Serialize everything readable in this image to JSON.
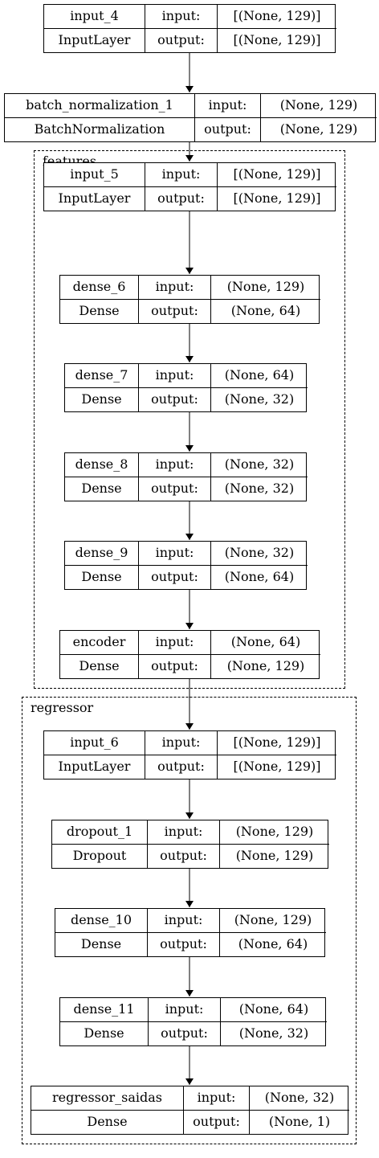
{
  "clusters": [
    {
      "id": "features",
      "label": "features"
    },
    {
      "id": "regressor",
      "label": "regressor"
    }
  ],
  "nodes": [
    {
      "name": "input_4",
      "type": "InputLayer",
      "input_label": "input:",
      "input_shape": "[(None, 129)]",
      "output_label": "output:",
      "output_shape": "[(None, 129)]"
    },
    {
      "name": "batch_normalization_1",
      "type": "BatchNormalization",
      "input_label": "input:",
      "input_shape": "(None, 129)",
      "output_label": "output:",
      "output_shape": "(None, 129)"
    },
    {
      "name": "input_5",
      "type": "InputLayer",
      "input_label": "input:",
      "input_shape": "[(None, 129)]",
      "output_label": "output:",
      "output_shape": "[(None, 129)]"
    },
    {
      "name": "dense_6",
      "type": "Dense",
      "input_label": "input:",
      "input_shape": "(None, 129)",
      "output_label": "output:",
      "output_shape": "(None, 64)"
    },
    {
      "name": "dense_7",
      "type": "Dense",
      "input_label": "input:",
      "input_shape": "(None, 64)",
      "output_label": "output:",
      "output_shape": "(None, 32)"
    },
    {
      "name": "dense_8",
      "type": "Dense",
      "input_label": "input:",
      "input_shape": "(None, 32)",
      "output_label": "output:",
      "output_shape": "(None, 32)"
    },
    {
      "name": "dense_9",
      "type": "Dense",
      "input_label": "input:",
      "input_shape": "(None, 32)",
      "output_label": "output:",
      "output_shape": "(None, 64)"
    },
    {
      "name": "encoder",
      "type": "Dense",
      "input_label": "input:",
      "input_shape": "(None, 64)",
      "output_label": "output:",
      "output_shape": "(None, 129)"
    },
    {
      "name": "input_6",
      "type": "InputLayer",
      "input_label": "input:",
      "input_shape": "[(None, 129)]",
      "output_label": "output:",
      "output_shape": "[(None, 129)]"
    },
    {
      "name": "dropout_1",
      "type": "Dropout",
      "input_label": "input:",
      "input_shape": "(None, 129)",
      "output_label": "output:",
      "output_shape": "(None, 129)"
    },
    {
      "name": "dense_10",
      "type": "Dense",
      "input_label": "input:",
      "input_shape": "(None, 129)",
      "output_label": "output:",
      "output_shape": "(None, 64)"
    },
    {
      "name": "dense_11",
      "type": "Dense",
      "input_label": "input:",
      "input_shape": "(None, 64)",
      "output_label": "output:",
      "output_shape": "(None, 32)"
    },
    {
      "name": "regressor_saidas",
      "type": "Dense",
      "input_label": "input:",
      "input_shape": "(None, 32)",
      "output_label": "output:",
      "output_shape": "(None, 1)"
    }
  ]
}
